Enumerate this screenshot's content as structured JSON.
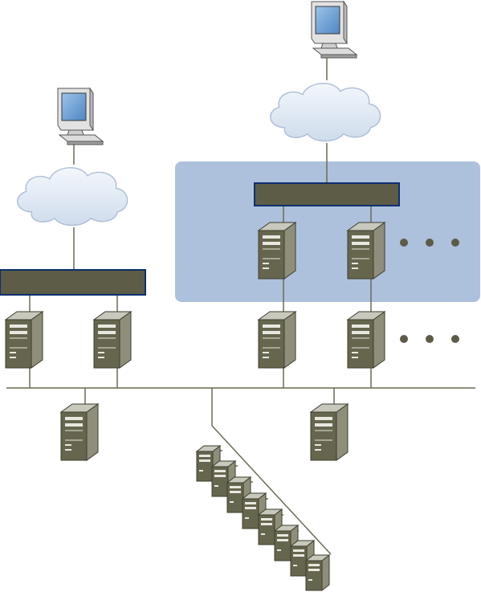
{
  "diagram": {
    "colors": {
      "line": "#6b6b55",
      "switch_fill": "#5c5c47",
      "switch_border": "#0e2f6e",
      "panel_fill": "#adc1dc",
      "cloud_fill": "#dce6f3",
      "cloud_stroke": "#aebfd6",
      "server_front": "#66664f",
      "server_side": "#8e8e7a",
      "server_top": "#c8c8bc",
      "monitor_screen": "#6fa4d8",
      "monitor_frame": "#e2e2e2",
      "dots": "#5c5c47"
    },
    "nodes": {
      "left_terminal": "monitor-icon",
      "right_terminal": "monitor-icon",
      "left_network": "cloud-icon",
      "right_network": "cloud-icon",
      "left_switch": "switch-bar",
      "right_switch": "switch-bar",
      "servers": "server-icon",
      "rack_servers": "server-icon",
      "ellipsis": "more-dots"
    }
  }
}
